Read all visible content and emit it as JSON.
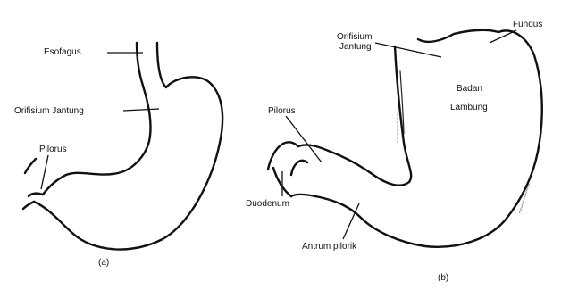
{
  "panel_a": {
    "caption": "(a)",
    "labels": {
      "esofagus": "Esofagus",
      "orifisium": "Orifisium Jantung",
      "pilorus": "Pilorus"
    }
  },
  "panel_b": {
    "caption": "(b)",
    "labels": {
      "orifisium_line1": "Orifisium",
      "orifisium_line2": "Jantung",
      "fundus": "Fundus",
      "badan_line1": "Badan",
      "badan_line2": "Lambung",
      "pilorus": "Pilorus",
      "duodenum": "Duodenum",
      "antrum": "Antrum pilorik"
    }
  }
}
